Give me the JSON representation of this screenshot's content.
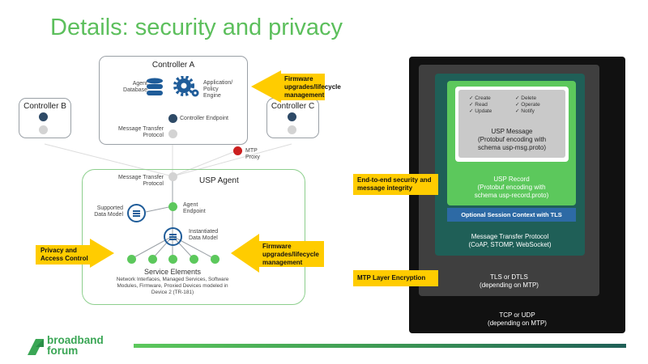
{
  "title": "Details: security and privacy",
  "controller_a": {
    "name": "Controller A",
    "agent_database": "Agent\nDatabase",
    "policy_engine": "Application/\nPolicy\nEngine",
    "endpoint": "Controller Endpoint",
    "mtp": "Message Transfer\nProtocol"
  },
  "controller_b": "Controller B",
  "controller_c": "Controller C",
  "mtp_proxy": "MTP\nProxy",
  "usp_agent": {
    "name": "USP Agent",
    "mtp": "Message Transfer\nProtocol",
    "endpoint": "Agent\nEndpoint",
    "supported_dm": "Supported\nData Model",
    "instantiated_dm": "Instantiated\nData Model",
    "service_elements": "Service Elements",
    "service_desc": "Network Interfaces, Managed Services, Software\nModules, Firmware, Proxied Devices modeled in\nDevice 2 (TR-181)"
  },
  "callouts": {
    "firmware_top": "Firmware\nupgrades/lifecycle\nmanagement",
    "privacy": "Privacy and\nAccess Control",
    "firmware_bottom": "Firmware\nupgrades/lifecycle\nmanagement",
    "e2e": "End-to-end security and\nmessage integrity",
    "mtp_enc": "MTP Layer Encryption"
  },
  "stack": {
    "ops": [
      "Create",
      "Read",
      "Update",
      "Delete",
      "Operate",
      "Notify"
    ],
    "usp_message": "USP Message\n(Protobuf encoding with\nschema usp-msg.proto)",
    "usp_record": "USP Record\n(Protobuf encoding with\nschema usp-record.proto)",
    "session": "Optional Session Context with TLS",
    "mtp": "Message Transfer Protocol\n(CoAP, STOMP, WebSocket)",
    "tls": "TLS or DTLS\n(depending on MTP)",
    "tcp": "TCP or UDP\n(depending on MTP)"
  },
  "logo": "broadband\nforum",
  "colors": {
    "title": "#5cbf5c",
    "callout": "#ffcc00",
    "bright_green": "#5cc85c",
    "mid_green": "#3d9a54",
    "dark_teal": "#1f5f57",
    "session_blue": "#2d6aa5",
    "navy": "#2e4a67"
  }
}
